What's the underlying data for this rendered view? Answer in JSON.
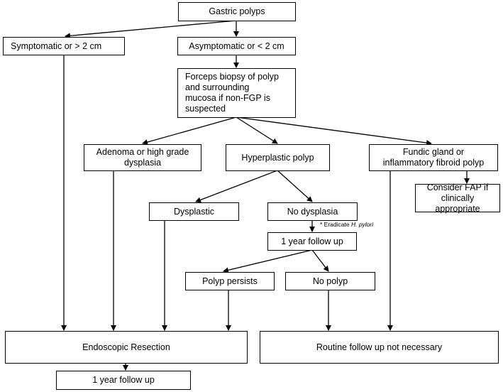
{
  "nodes": {
    "gastric_polyps": "Gastric polyps",
    "symptomatic": "Symptomatic or > 2 cm",
    "asymptomatic": "Asymptomatic or < 2 cm",
    "forceps_biopsy": "Forceps biopsy of polyp\nand surrounding\nmucosa if non-FGP is\nsuspected",
    "adenoma": "Adenoma or high grade\ndysplasia",
    "hyperplastic": "Hyperplastic polyp",
    "fundic_gland": "Fundic gland or\ninflammatory fibroid polyp",
    "consider_fap": "Consider FAP if\nclinically appropriate",
    "dysplastic": "Dysplastic",
    "no_dysplasia": "No dysplasia",
    "follow_up_1yr_mid": "1 year follow up",
    "polyp_persists": "Polyp persists",
    "no_polyp": "No polyp",
    "endoscopic_resection": "Endoscopic Resection",
    "routine_follow_up": "Routine follow up not necessary",
    "follow_up_1yr_bottom": "1 year follow up"
  },
  "notes": {
    "eradicate_prefix": "* Eradicate ",
    "eradicate_italic": "H. pylori"
  },
  "colors": {
    "line": "#000000",
    "box_border": "#000000",
    "background": "#ffffff"
  }
}
